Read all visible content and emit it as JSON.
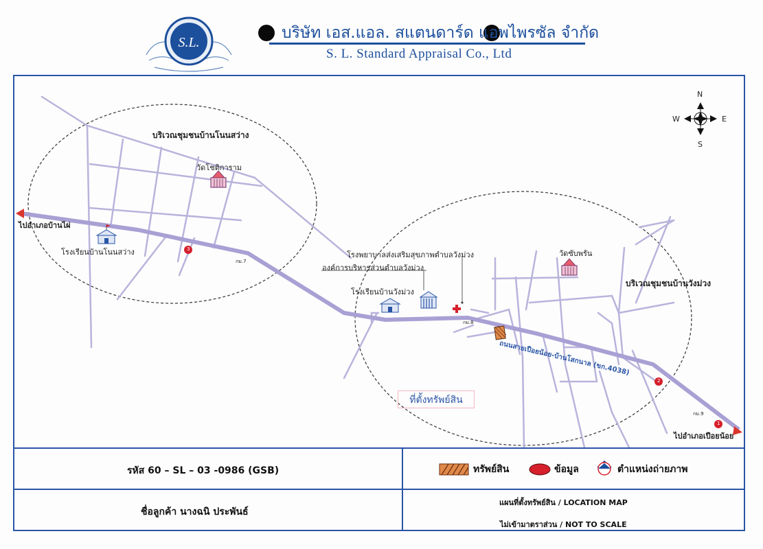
{
  "header": {
    "company_name_th": "บริษัท เอส.แอล. สแตนดาร์ด แอพไพรซัล จำกัด",
    "company_name_en": "S. L. Standard Appraisal Co., Ltd",
    "logo_text": "S.L."
  },
  "colors": {
    "brand_blue": "#1c4f9c",
    "frame_blue": "#2a55a6",
    "road": "#b8b4dc",
    "main_road": "#a9a0d4",
    "property_fill": "#e08a4a",
    "marker_red": "#d6202c",
    "arrow_red": "#d9352c"
  },
  "compass": {
    "n": "N",
    "s": "S",
    "e": "E",
    "w": "W"
  },
  "map": {
    "areas": {
      "ban_non_sawang": "บริเวณชุมชนบ้านโนนสว่าง",
      "ban_wang_muang": "บริเวณชุมชนบ้านวังม่วง"
    },
    "places": {
      "wat_chotikaram": "วัดโชติการาม",
      "school_non_sawang": "โรงเรียนบ้านโนนสว่าง",
      "health_hospital": "โรงพยาบาลส่งเสริมสุขภาพตำบลวังม่วง",
      "tao_wang_muang": "องค์การบริหารส่วนตำบลวังม่วง",
      "school_wang_muang": "โรงเรียนบ้านวังม่วง",
      "wat_sap_phran": "วัดซับพรัน",
      "property_site": "ที่ตั้งทรัพย์สิน"
    },
    "directions": {
      "to_ban_phai": "ไปอำเภอบ้านไผ่",
      "to_pueai_noi": "ไปอำเภอเปือยน้อย"
    },
    "road_name": "ถนนสายเปือยน้อย-บ้านโสกนาล (ขก.4038)",
    "km_markers": [
      "กม.7",
      "กม.8",
      "กม.9"
    ],
    "point_markers": [
      "1",
      "2",
      "3"
    ]
  },
  "info": {
    "code": "รหัส 60 – SL – 03 -0986  (GSB)",
    "customer": "ชื่อลูกค้า นางฉนิ  ประพันธ์",
    "legend": {
      "property": "ทรัพย์สิน",
      "data": "ข้อมูล",
      "photo_position": "ตำแหน่งถ่ายภาพ"
    },
    "location_map": "แผนที่ตั้งทรัพย์สิน / LOCATION MAP",
    "not_to_scale": "ไม่เข้ามาตราส่วน / NOT TO SCALE"
  }
}
